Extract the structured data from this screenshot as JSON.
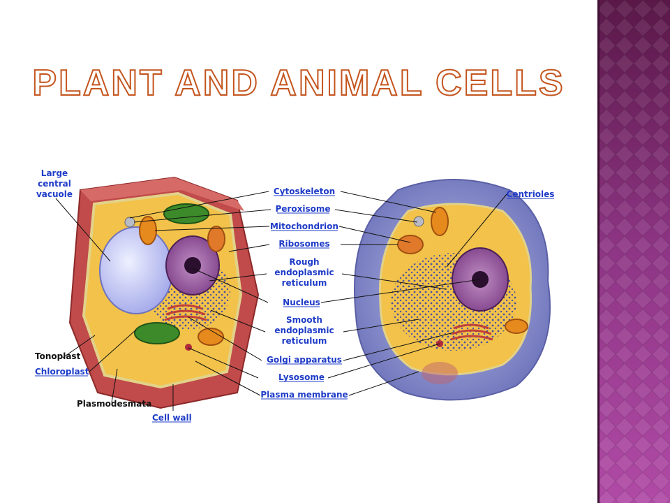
{
  "slide": {
    "title": "Plant and Animal Cells",
    "sidebar_color": "#9b3f92"
  },
  "diagram": {
    "labels": {
      "large_central_vacuole": [
        "Large",
        "central",
        "vacuole"
      ],
      "tonoplast": "Tonoplast",
      "chloroplast": "Chloroplast",
      "plasmodesmata": "Plasmodesmata",
      "cell_wall": "Cell wall",
      "cytoskeleton": "Cytoskeleton",
      "peroxisome": "Peroxisome",
      "mitochondrion": "Mitochondrion",
      "ribosomes": "Ribosomes",
      "rough_er": [
        "Rough",
        "endoplasmic",
        "reticulum"
      ],
      "nucleus": "Nucleus",
      "smooth_er": [
        "Smooth",
        "endoplasmic",
        "reticulum"
      ],
      "golgi": "Golgi apparatus",
      "lysosome": "Lysosome",
      "plasma_membrane": "Plasma membrane",
      "centrioles": "Centrioles"
    }
  }
}
